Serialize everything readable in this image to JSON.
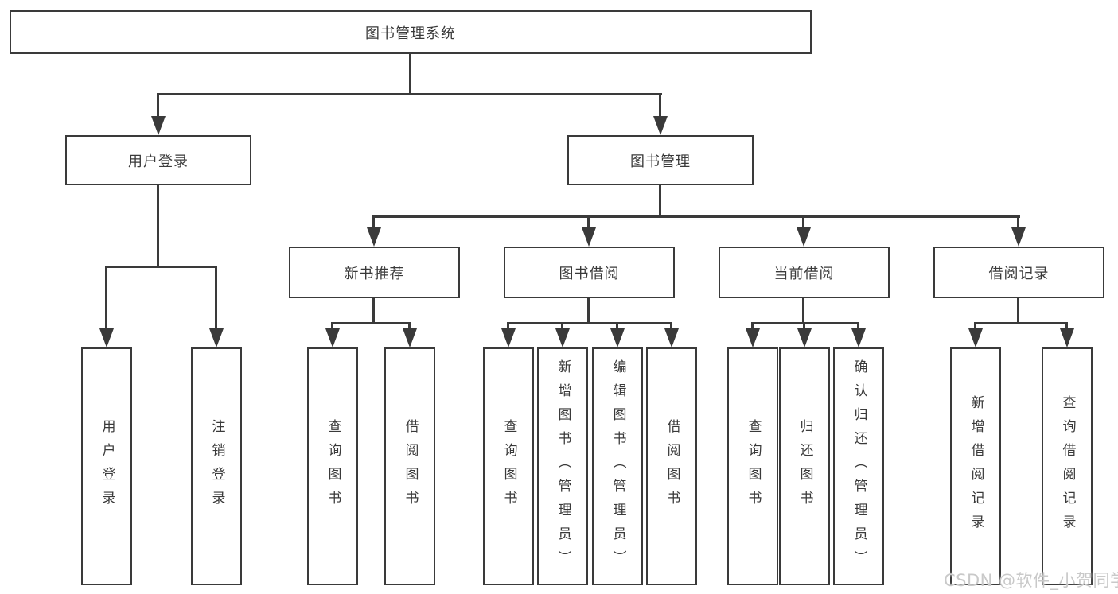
{
  "diagram": {
    "root": {
      "label": "图书管理系统"
    },
    "branches": [
      {
        "label": "用户登录",
        "children": [
          {
            "label": "用户登录"
          },
          {
            "label": "注销登录"
          }
        ]
      },
      {
        "label": "图书管理",
        "children": [
          {
            "label": "新书推荐",
            "children": [
              {
                "label": "查询图书"
              },
              {
                "label": "借阅图书"
              }
            ]
          },
          {
            "label": "图书借阅",
            "children": [
              {
                "label": "查询图书"
              },
              {
                "label": "新增图书（管理员）"
              },
              {
                "label": "编辑图书（管理员）"
              },
              {
                "label": "借阅图书"
              }
            ]
          },
          {
            "label": "当前借阅",
            "children": [
              {
                "label": "查询图书"
              },
              {
                "label": "归还图书"
              },
              {
                "label": "确认归还（管理员）"
              }
            ]
          },
          {
            "label": "借阅记录",
            "children": [
              {
                "label": "新增借阅记录"
              },
              {
                "label": "查询借阅记录"
              }
            ]
          }
        ]
      }
    ],
    "line_color": "#3a3a3a"
  },
  "watermark": {
    "text": "CSDN @软件_小贺同学",
    "color": "#c9c9c9"
  }
}
